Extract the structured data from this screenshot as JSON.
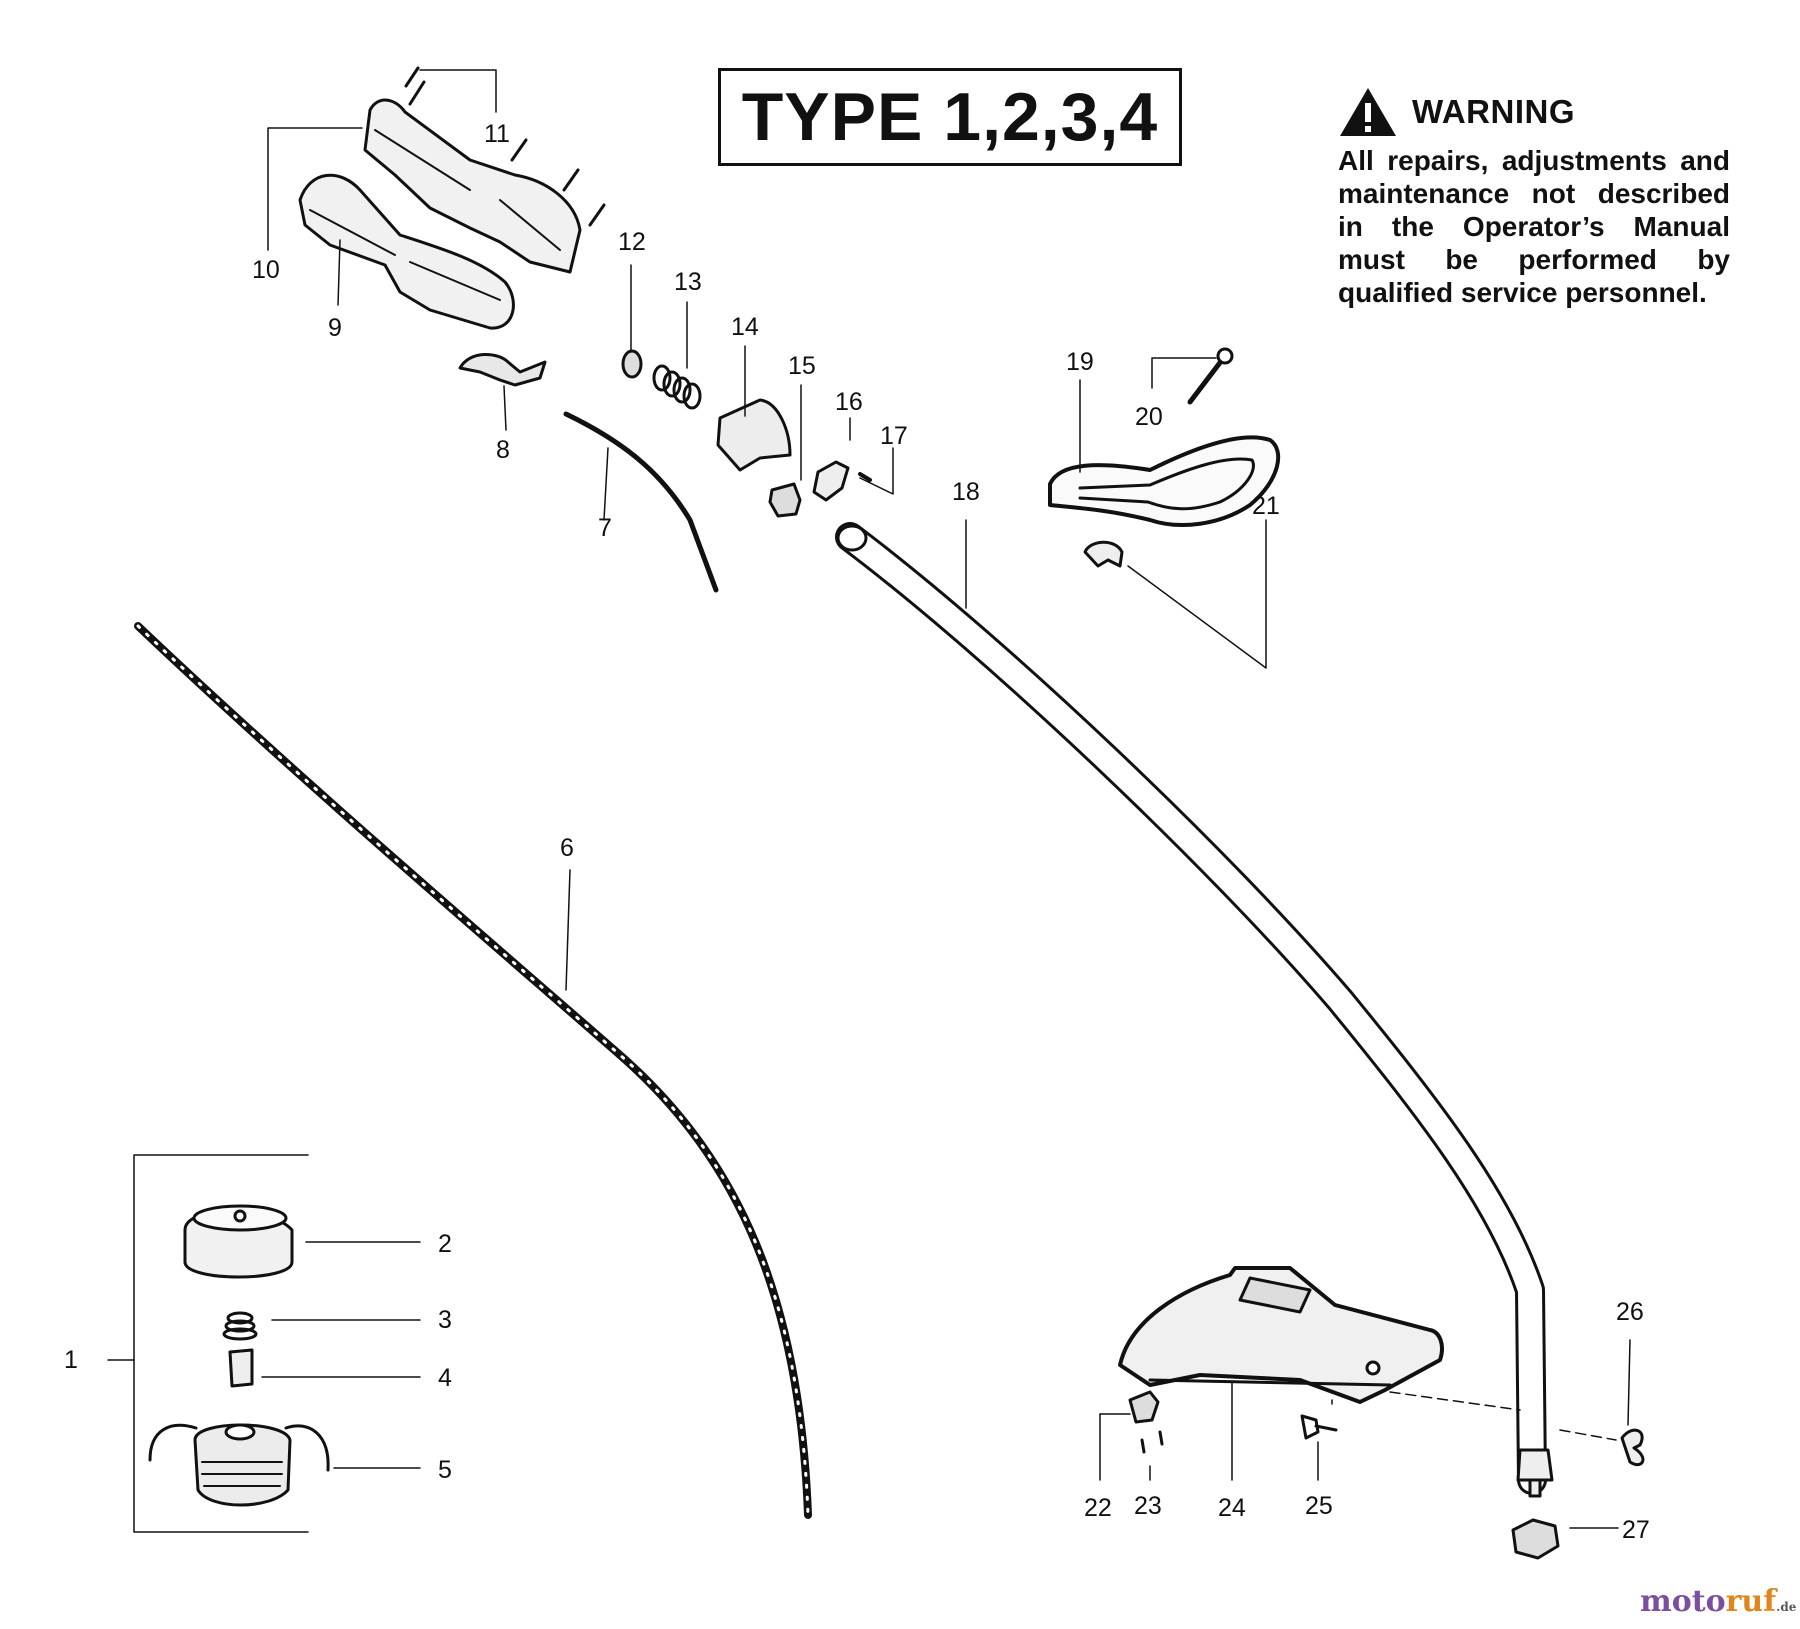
{
  "title_box": {
    "text": "TYPE 1,2,3,4"
  },
  "warning": {
    "icon": "warning-triangle-icon",
    "title": "WARNING",
    "body": "All repairs, adjustments and maintenance not described in the Operator’s Manual must be performed by qualified service personnel."
  },
  "callouts": [
    "1",
    "2",
    "3",
    "4",
    "5",
    "6",
    "7",
    "8",
    "9",
    "10",
    "11",
    "12",
    "13",
    "14",
    "15",
    "16",
    "17",
    "18",
    "19",
    "20",
    "21",
    "22",
    "23",
    "24",
    "25",
    "26",
    "27"
  ],
  "watermark": {
    "part1": "moto",
    "part2": "ruf",
    "suffix": ".de"
  }
}
